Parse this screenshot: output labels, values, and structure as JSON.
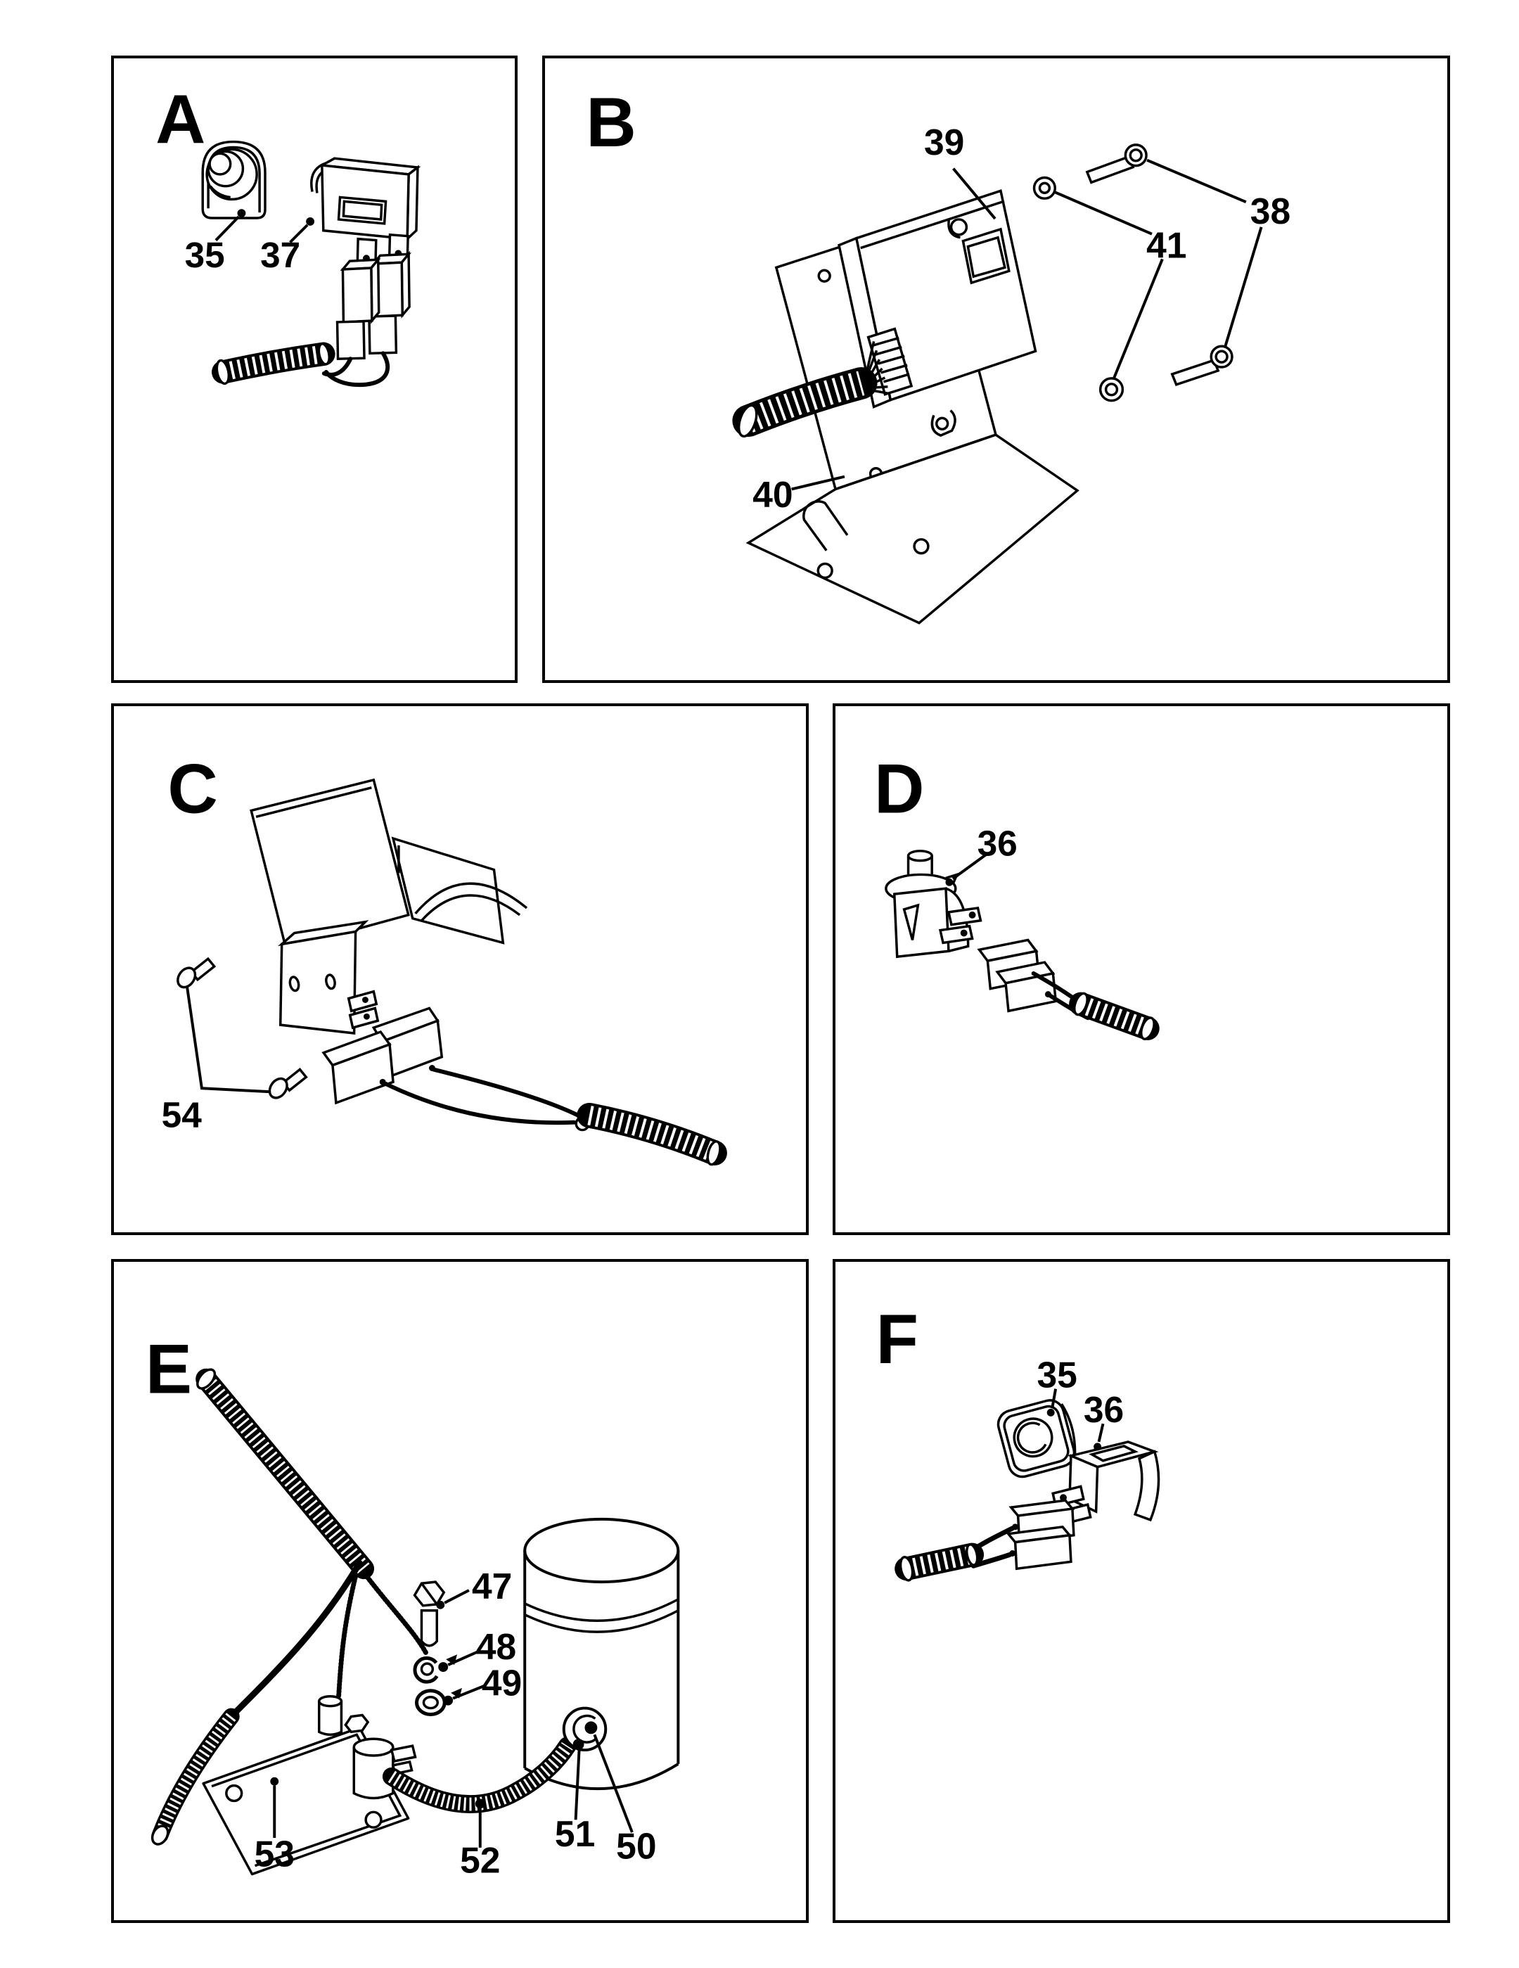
{
  "panels": [
    {
      "id": "A",
      "letter": "A",
      "labels": [
        "35",
        "37"
      ]
    },
    {
      "id": "B",
      "letter": "B",
      "labels": [
        "39",
        "38",
        "41",
        "40"
      ]
    },
    {
      "id": "C",
      "letter": "C",
      "labels": [
        "54"
      ]
    },
    {
      "id": "D",
      "letter": "D",
      "labels": [
        "36"
      ]
    },
    {
      "id": "E",
      "letter": "E",
      "labels": [
        "47",
        "48",
        "49",
        "50",
        "51",
        "52",
        "53"
      ]
    },
    {
      "id": "F",
      "letter": "F",
      "labels": [
        "35",
        "36"
      ]
    }
  ]
}
